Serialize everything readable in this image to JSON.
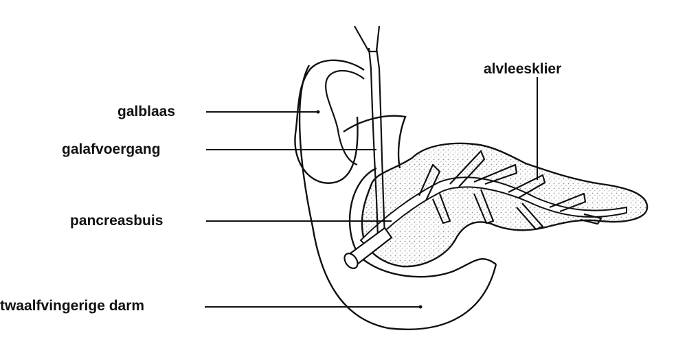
{
  "labels": {
    "galblaas": "galblaas",
    "galafvoergang": "galafvoergang",
    "pancreasbuis": "pancreasbuis",
    "twaalfvingerige_darm": "twaalfvingerige darm",
    "alvleesklier": "alvleesklier"
  },
  "colors": {
    "ink": "#111111",
    "stipple": "#9a9a9a",
    "background": "#ffffff"
  }
}
